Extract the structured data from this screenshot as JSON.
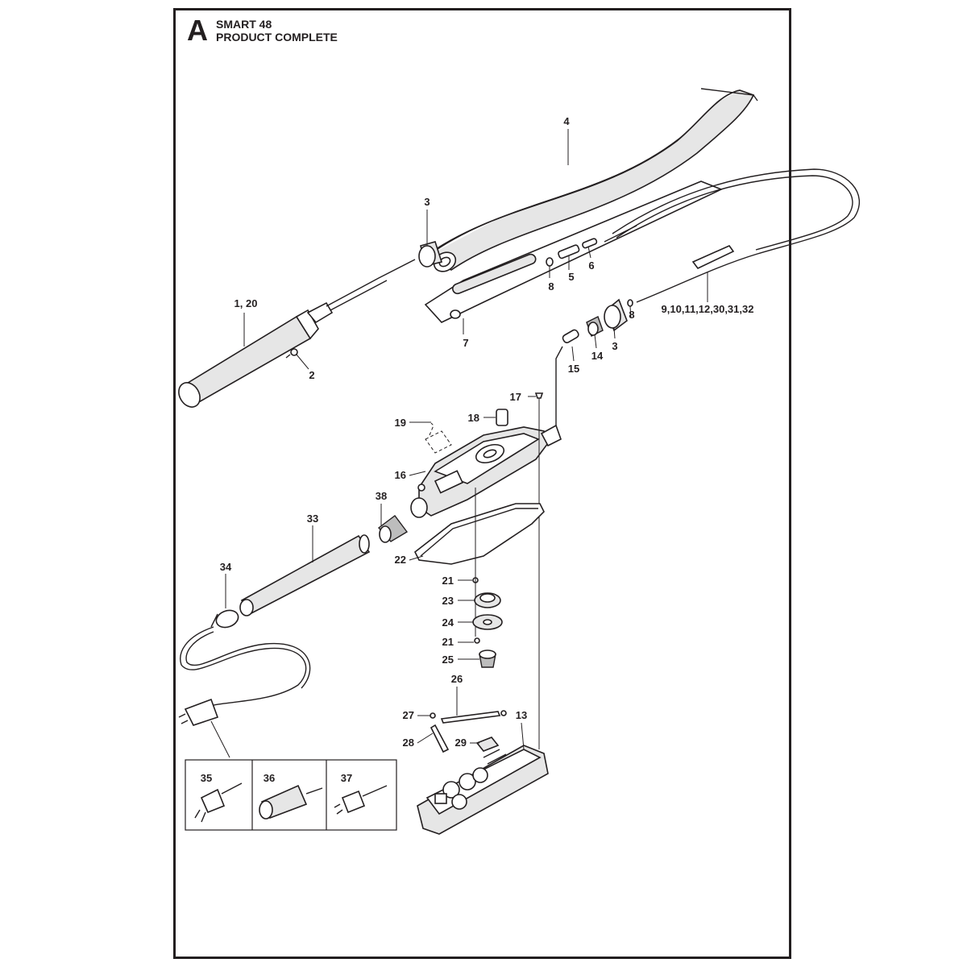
{
  "header": {
    "section_letter": "A",
    "model": "SMART 48",
    "subtitle": "PRODUCT COMPLETE"
  },
  "callouts": {
    "c1_20": "1, 20",
    "c2": "2",
    "c3a": "3",
    "c3b": "3",
    "c4": "4",
    "c5": "5",
    "c6": "6",
    "c7": "7",
    "c8a": "8",
    "c8b": "8",
    "c9_32": "9,10,11,12,30,31,32",
    "c13": "13",
    "c14": "14",
    "c15": "15",
    "c16": "16",
    "c17": "17",
    "c18": "18",
    "c19": "19",
    "c21a": "21",
    "c21b": "21",
    "c22": "22",
    "c23": "23",
    "c24": "24",
    "c25": "25",
    "c26": "26",
    "c27": "27",
    "c28": "28",
    "c29": "29",
    "c33": "33",
    "c34": "34",
    "c35": "35",
    "c36": "36",
    "c37": "37",
    "c38": "38"
  }
}
